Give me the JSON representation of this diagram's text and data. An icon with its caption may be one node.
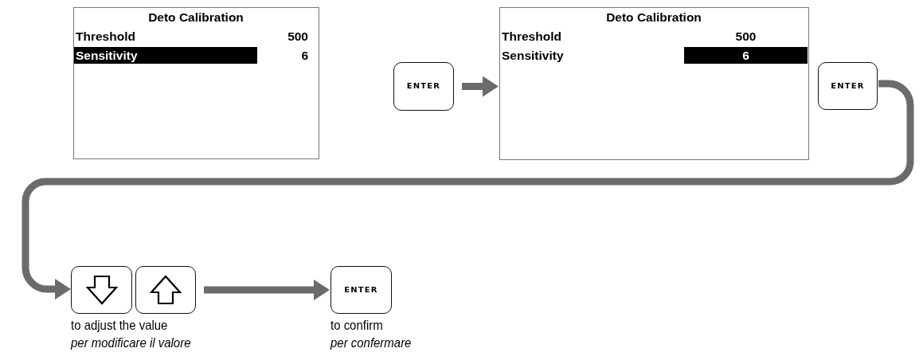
{
  "diagram": {
    "nodes": [
      {
        "text": [
          "Deto Calibration",
          "Threshold",
          "500",
          "Sensitivity",
          "6"
        ]
      },
      {
        "text": [
          "ENTER"
        ]
      },
      {
        "text": [
          "Deto Calibration",
          "Threshold",
          "500",
          "Sensitivity",
          "6"
        ]
      },
      {
        "text": [
          "ENTER"
        ]
      },
      {
        "text": [],
        "shape": "box",
        "beside": [
          "to adjust the value",
          "per modificare il valore"
        ]
      },
      {
        "text": [],
        "shape": "box"
      },
      {
        "text": [
          "ENTER"
        ],
        "beside": [
          "to confirm",
          "per confermare"
        ]
      }
    ],
    "edges": [
      {
        "from": 1,
        "to": 2,
        "arrow": "to"
      },
      {
        "from": 3,
        "to": 4,
        "arrow": "to"
      },
      {
        "from": 5,
        "to": 6,
        "arrow": "to"
      }
    ]
  }
}
